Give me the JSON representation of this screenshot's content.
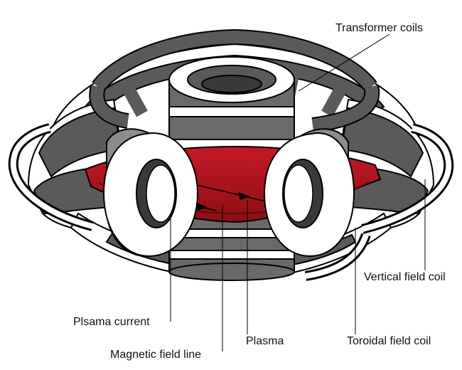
{
  "labels": {
    "transformer_coils": "Transformer coils",
    "vertical_field_coil": "Vertical field coil",
    "plasma_current": "Plsama current",
    "plasma": "Plasma",
    "toroidal_field_coil": "Toroidal field coil",
    "magnetic_field_line": "Magnetic field line"
  },
  "colors": {
    "plasma": "#b3121c",
    "plasma_dark": "#6e0a10",
    "coil_dark": "#5a5a5a",
    "coil_mid": "#8c8c8c",
    "coil_light": "#ffffff",
    "outline": "#000000"
  }
}
